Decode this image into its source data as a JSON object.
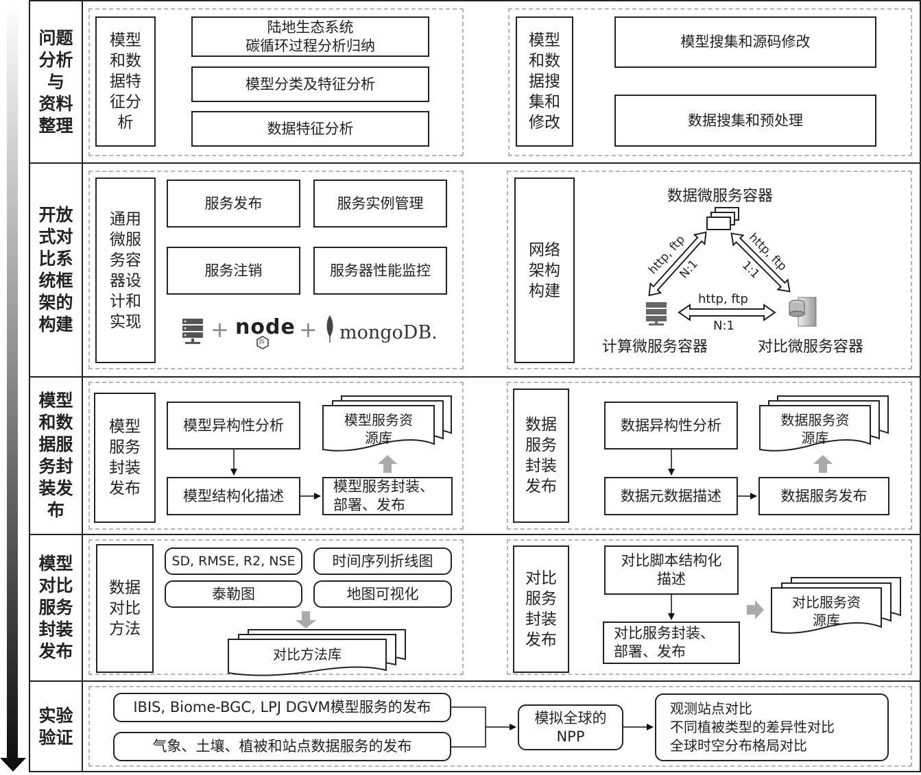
{
  "rows": [
    {
      "label": "问题\n分析\n与\n资料\n整理"
    },
    {
      "label": "开放\n式对\n比系\n统框\n架的\n构建"
    },
    {
      "label": "模型\n和数\n据服\n务封\n装发\n布"
    },
    {
      "label": "模型\n对比\n服务\n封装\n发布"
    },
    {
      "label": "实验\n验证"
    }
  ],
  "r1": {
    "left_title": "模型\n和数\n据特\n征分\n析",
    "left_items": [
      "陆地生态系统\n碳循环过程分析归纳",
      "模型分类及特征分析",
      "数据特征分析"
    ],
    "right_title": "模型\n和数\n据搜\n集和\n修改",
    "right_items": [
      "模型搜集和源码修改",
      "数据搜集和预处理"
    ]
  },
  "r2": {
    "left_title": "通用\n微服\n务容\n器设\n计和\n实现",
    "items": [
      "服务发布",
      "服务实例管理",
      "服务注销",
      "服务器性能监控"
    ],
    "tech": {
      "plus": "+",
      "node": "node",
      "node_sub": "JS",
      "mongo": "mongoDB."
    },
    "right_title": "网络\n架构\n构建",
    "net": {
      "data_container": "数据微服务容器",
      "compute_container": "计算微服务容器",
      "compare_container": "对比微服务容器",
      "left_edge_proto": "http, ftp",
      "left_edge_ratio": "N:1",
      "right_edge_proto": "http, ftp",
      "right_edge_ratio": "1:1",
      "bottom_edge_proto": "http, ftp",
      "bottom_edge_ratio": "N:1"
    }
  },
  "r3": {
    "left_title": "模型\n服务\n封装\n发布",
    "left": {
      "a": "模型异构性分析",
      "b": "模型结构化描述",
      "c": "模型服务封装、\n部署、发布",
      "doc": "模型服务资\n源库"
    },
    "right_title": "数据\n服务\n封装\n发布",
    "right": {
      "a": "数据异构性分析",
      "b": "数据元数据描述",
      "c": "数据服务发布",
      "doc": "数据服务资\n源库"
    }
  },
  "r4": {
    "left_title": "数据\n对比\n方法",
    "methods": [
      "SD, RMSE, R2, NSE",
      "时间序列折线图",
      "泰勒图",
      "地图可视化"
    ],
    "lib": "对比方法库",
    "right_title": "对比\n服务\n封装\n发布",
    "script": "对比脚本结构化\n描述",
    "deploy": "对比服务封装、\n部署、发布",
    "doc": "对比服务资\n源库"
  },
  "r5": {
    "model_pub": "IBIS, Biome-BGC, LPJ DGVM模型服务的发布",
    "data_pub": "气象、土壤、植被和站点数据服务的发布",
    "sim": "模拟全球的\nNPP",
    "results": "观测站点对比\n不同植被类型的差异性对比\n全球时空分布格局对比"
  }
}
